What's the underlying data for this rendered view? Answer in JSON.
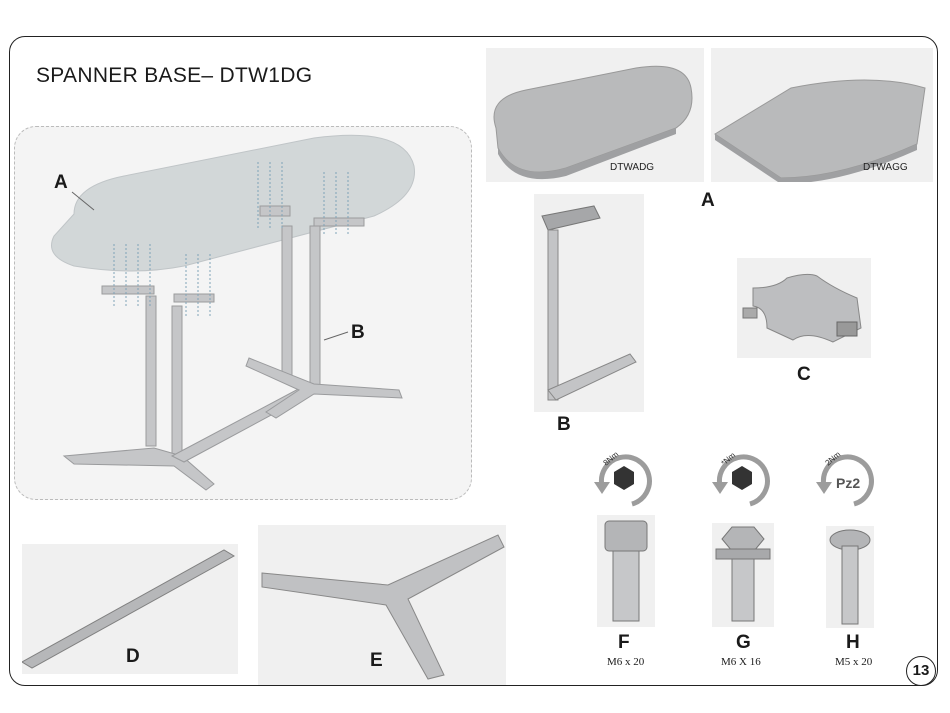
{
  "title": "SPANNER BASE– DTW1DG",
  "page_number": "13",
  "assembly": {
    "label_a": "A",
    "label_b": "B"
  },
  "tops": [
    {
      "label": "DTWADG"
    },
    {
      "label": "DTWAGG"
    }
  ],
  "parts": {
    "a": "A",
    "b": "B",
    "c": "C",
    "d": "D",
    "e": "E"
  },
  "fasteners": [
    {
      "letter": "F",
      "spec": "M6 x 20",
      "torque": "8Nm",
      "tool": "hex"
    },
    {
      "letter": "G",
      "spec": "M6 X 16",
      "torque": "*Nm",
      "tool": "hex"
    },
    {
      "letter": "H",
      "spec": "M5 x 20",
      "torque": "2Nm",
      "tool": "Pz2"
    }
  ]
}
